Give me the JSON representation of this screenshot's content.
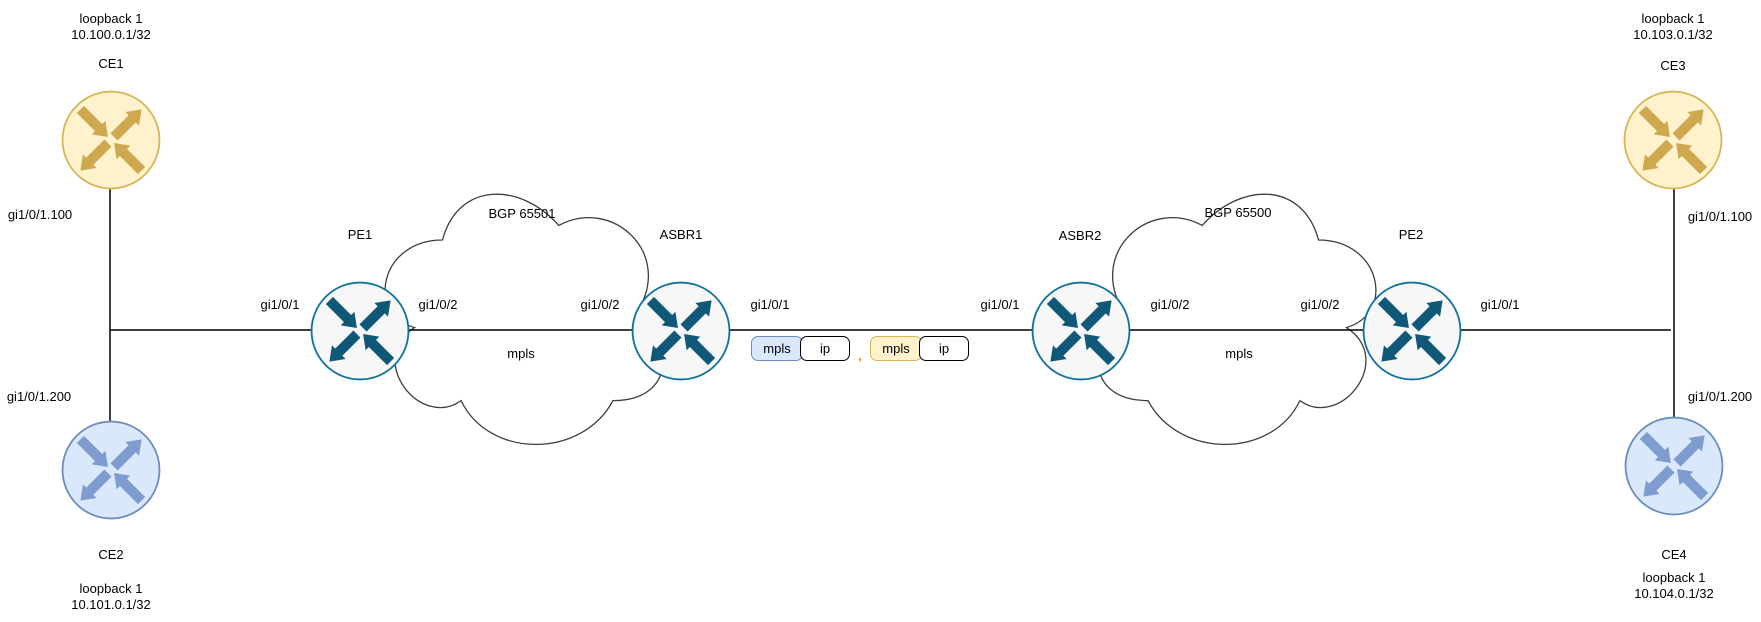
{
  "diagram_type": "mpls-inter-as-topology",
  "nodes": {
    "ce1": {
      "name": "CE1",
      "loopback": "loopback 1",
      "loopback_ip": "10.100.0.1/32",
      "subif": "gi1/0/1.100"
    },
    "ce2": {
      "name": "CE2",
      "loopback": "loopback 1",
      "loopback_ip": "10.101.0.1/32",
      "subif": "gi1/0/1.200"
    },
    "ce3": {
      "name": "CE3",
      "loopback": "loopback 1",
      "loopback_ip": "10.103.0.1/32",
      "subif": "gi1/0/1.100"
    },
    "ce4": {
      "name": "CE4",
      "loopback": "loopback 1",
      "loopback_ip": "10.104.0.1/32",
      "subif": "gi1/0/1.200"
    },
    "pe1": {
      "name": "PE1",
      "if_left": "gi1/0/1",
      "if_right": "gi1/0/2"
    },
    "asbr1": {
      "name": "ASBR1",
      "if_left": "gi1/0/2",
      "if_right": "gi1/0/1"
    },
    "asbr2": {
      "name": "ASBR2",
      "if_left": "gi1/0/1",
      "if_right": "gi1/0/2"
    },
    "pe2": {
      "name": "PE2",
      "if_left": "gi1/0/2",
      "if_right": "gi1/0/1"
    }
  },
  "clouds": {
    "left": {
      "title": "BGP 65501",
      "transport": "mpls"
    },
    "right": {
      "title": "BGP 65500",
      "transport": "mpls"
    }
  },
  "encapsulation": {
    "stack1": {
      "outer": "mpls",
      "inner": "ip",
      "comma": ","
    },
    "separator": ",",
    "stack2": {
      "outer": "mpls",
      "inner": "ip",
      "comma": ","
    }
  },
  "colors": {
    "ce_yellow_fill": "#FFF2CC",
    "ce_yellow_stroke": "#D6B656",
    "ce_blue_fill": "#DAE8FC",
    "ce_blue_stroke": "#6C8EBF",
    "core_fill": "#F7F7F7",
    "core_stroke": "#10739E",
    "core_arrow": "#0F5878",
    "encap_mpls_blue": "#DAE8FC",
    "encap_mpls_yellow": "#FFF2CC",
    "comma_orange": "#D79B00",
    "link_line": "#000000",
    "cloud_stroke": "#3D3D3D"
  }
}
